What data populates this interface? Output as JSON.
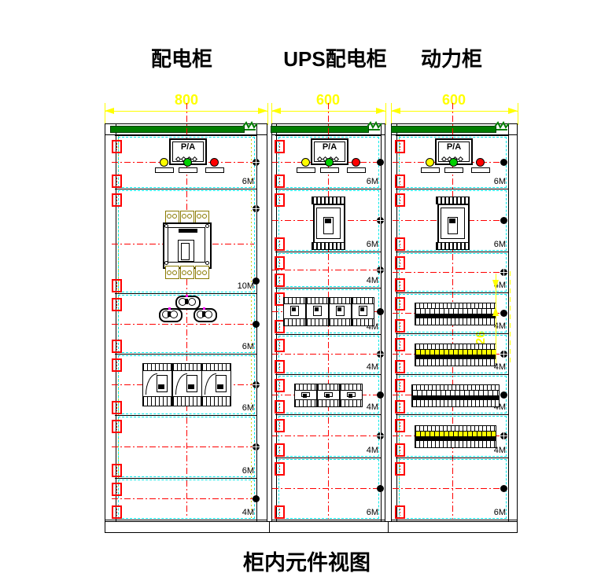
{
  "header": {
    "cabinet1_title": "配电柜",
    "cabinet2_title": "UPS配电柜",
    "cabinet3_title": "动力柜"
  },
  "footer_title": "柜内元件视图",
  "dimensions": {
    "cabinet1_width": "800",
    "cabinet2_width": "600",
    "cabinet3_width": "600",
    "vertical_dim": "57.26"
  },
  "meter_label": "P/A",
  "colors": {
    "busbar_green": "#007d00",
    "section_cyan": "#00e8e8",
    "centerline_red": "#ff0000",
    "dimension_yellow": "#ffff00",
    "terminal_olive": "#8a7a00",
    "marker_magenta": "#ff00ff",
    "light_yellow": "#ffff00",
    "light_green": "#00d000",
    "light_red": "#ff0000"
  },
  "cabinets": [
    {
      "id": "cabinet-1",
      "title": "配电柜",
      "width_dim": "800",
      "sections": [
        {
          "label": "6M",
          "component": "meter-panel"
        },
        {
          "label": "10M",
          "component": "mccb-large"
        },
        {
          "label": "6M",
          "component": "relay-trio"
        },
        {
          "label": "6M",
          "component": "breaker-bank-large-3"
        },
        {
          "label": "6M",
          "component": "empty"
        },
        {
          "label": "4M",
          "component": "empty"
        }
      ]
    },
    {
      "id": "cabinet-2",
      "title": "UPS配电柜",
      "width_dim": "600",
      "sections": [
        {
          "label": "6M",
          "component": "meter-panel"
        },
        {
          "label": "6M",
          "component": "mccb-small"
        },
        {
          "label": "4M",
          "component": "empty"
        },
        {
          "label": "4M",
          "component": "breaker-bank-small-4"
        },
        {
          "label": "4M",
          "component": "empty"
        },
        {
          "label": "4M",
          "component": "breaker-bank-small-3"
        },
        {
          "label": "4M",
          "component": "empty"
        },
        {
          "label": "6M",
          "component": "empty"
        }
      ]
    },
    {
      "id": "cabinet-3",
      "title": "动力柜",
      "width_dim": "600",
      "sections": [
        {
          "label": "6M",
          "component": "meter-panel"
        },
        {
          "label": "6M",
          "component": "mccb-small"
        },
        {
          "label": "4M",
          "component": "empty"
        },
        {
          "label": "4M",
          "component": "terminal-strip"
        },
        {
          "label": "4M",
          "component": "terminal-strip",
          "variant": "yellow"
        },
        {
          "label": "4M",
          "component": "terminal-strip"
        },
        {
          "label": "4M",
          "component": "terminal-strip",
          "variant": "yellow"
        },
        {
          "label": "6M",
          "component": "empty"
        }
      ]
    }
  ]
}
